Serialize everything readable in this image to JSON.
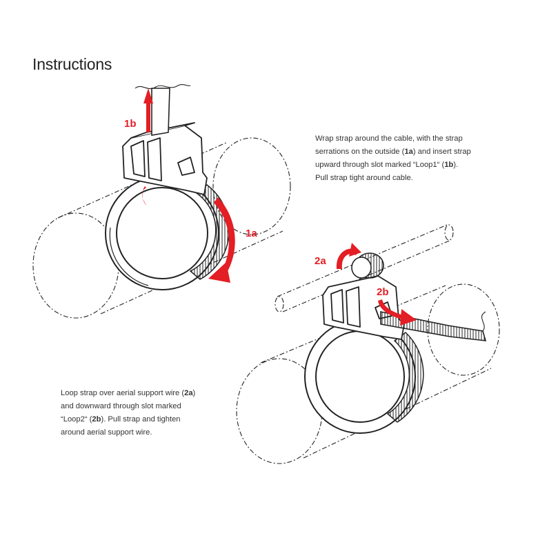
{
  "title": "Instructions",
  "step1": {
    "line1_a": "Wrap strap around the cable, with the strap",
    "line2_a": "serrations on the outside (",
    "line2_b": "1a",
    "line2_c": ") and insert strap",
    "line3_a": "upward through slot marked “Loop1“ (",
    "line3_b": "1b",
    "line3_c": ").",
    "line4_a": "Pull strap tight around cable."
  },
  "step2": {
    "line1_a": "Loop strap over aerial support wire (",
    "line1_b": "2a",
    "line1_c": ")",
    "line2_a": "and downward through slot marked",
    "line3_a": "“Loop2“ (",
    "line3_b": "2b",
    "line3_c": "). Pull strap and tighten",
    "line4_a": "around aerial support wire."
  },
  "labels": {
    "l1a": "1a",
    "l1b": "1b",
    "l2a": "2a",
    "l2b": "2b"
  },
  "colors": {
    "accent": "#e31e24",
    "line": "#1a1a1a"
  }
}
